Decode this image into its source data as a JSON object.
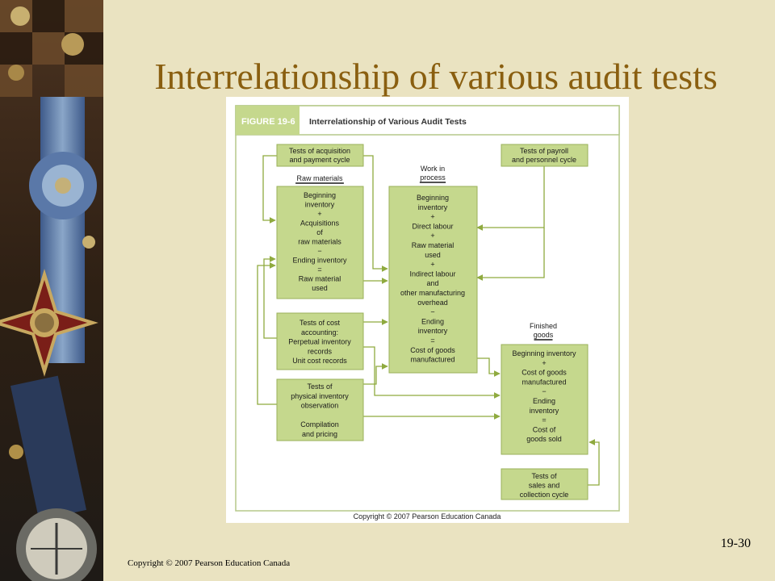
{
  "slide": {
    "title": "Interrelationship of various audit tests",
    "slide_number": "19-30",
    "copyright": "Copyright © 2007 Pearson Education Canada"
  },
  "figure": {
    "label": "FIGURE 19-6",
    "title": "Interrelationship of Various Audit Tests",
    "copyright": "Copyright © 2007 Pearson Education Canada",
    "colors": {
      "accent": "#c5d88d",
      "box_border": "#9ab15a",
      "arrow": "#8faa3f"
    },
    "headers": {
      "raw_materials": [
        "Raw materials"
      ],
      "work_in_process": [
        "Work in",
        "process"
      ],
      "finished_goods": [
        "Finished",
        "goods"
      ]
    },
    "boxes": {
      "tests_acquisition": [
        "Tests of acquisition",
        "and payment cycle"
      ],
      "tests_payroll": [
        "Tests of payroll",
        "and personnel cycle"
      ],
      "raw_materials": [
        "Beginning",
        "inventory",
        "+",
        "Acquisitions",
        "of",
        "raw materials",
        "−",
        "Ending inventory",
        "=",
        "Raw material",
        "used"
      ],
      "work_in_process": [
        "Beginning",
        "inventory",
        "+",
        "Direct labour",
        "+",
        "Raw material",
        "used",
        "+",
        "Indirect labour",
        "and",
        "other manufacturing",
        "overhead",
        "−",
        "Ending",
        "inventory",
        "=",
        "Cost of goods",
        "manufactured"
      ],
      "tests_cost_accounting": [
        "Tests of cost",
        "accounting:",
        "Perpetual inventory",
        "records",
        "Unit cost records"
      ],
      "tests_physical": [
        "Tests of",
        "physical inventory",
        "observation",
        "",
        "Compilation",
        "and pricing"
      ],
      "finished_goods": [
        "Beginning inventory",
        "+",
        "Cost  of goods",
        "manufactured",
        "−",
        "Ending",
        "inventory",
        "=",
        "Cost of",
        "goods sold"
      ],
      "tests_sales": [
        "Tests of",
        "sales and",
        "collection cycle"
      ]
    }
  }
}
